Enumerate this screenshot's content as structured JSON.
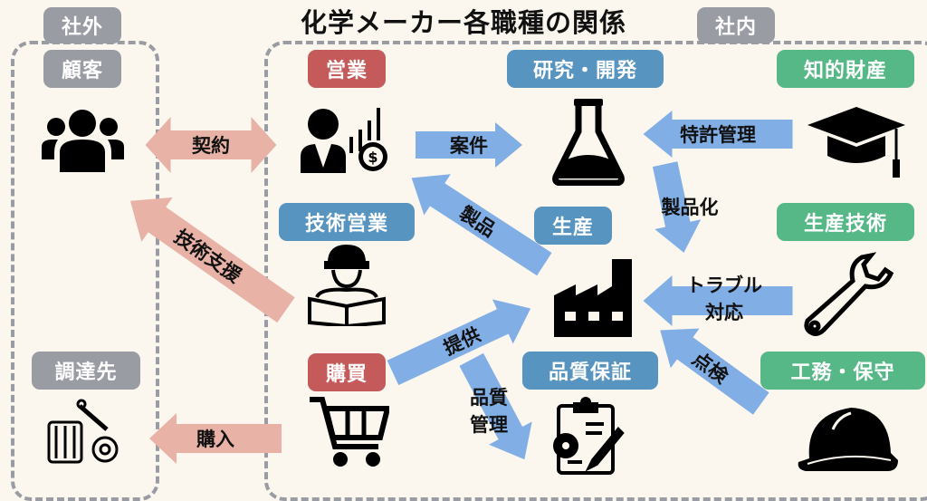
{
  "title": "化学メーカー各職種の関係",
  "groups": {
    "outside": "社外",
    "inside": "社内"
  },
  "roles": {
    "customer": "顧客",
    "supplier": "調達先",
    "sales": "営業",
    "rnd": "研究・開発",
    "ip": "知的財産",
    "tech_sales": "技術営業",
    "production": "生産",
    "prod_engineering": "生産技術",
    "purchasing": "購買",
    "qa": "品質保証",
    "maintenance": "工務・保守"
  },
  "relations": {
    "contract": "契約",
    "cases": "案件",
    "patent": "特許管理",
    "productize": "製品化",
    "products": "製品",
    "tech_support": "技術支援",
    "trouble_1": "トラブル",
    "trouble_2": "対応",
    "supply": "提供",
    "qc_1": "品質",
    "qc_2": "管理",
    "inspection": "点検",
    "purchase": "購入"
  },
  "colors": {
    "background": "#fbf7ee",
    "gray": "#9a9ca3",
    "red": "#c45a5a",
    "blue": "#5794c0",
    "green": "#57b887",
    "arrow_pink": "#e8b3a6",
    "arrow_blue": "#82aee6"
  }
}
